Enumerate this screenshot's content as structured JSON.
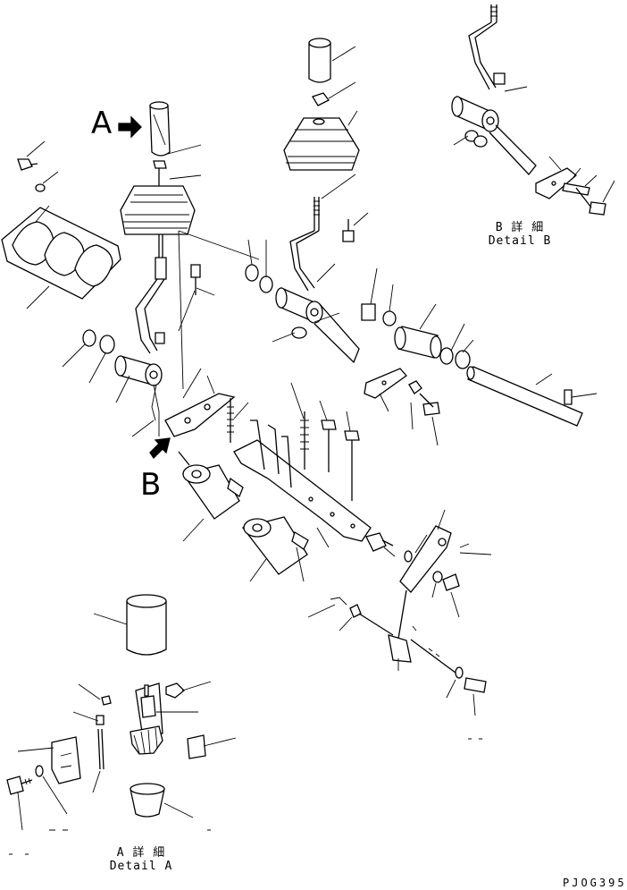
{
  "view_label_a": "A",
  "view_label_b": "B",
  "detail_b": {
    "jp": "B 詳 細",
    "en": "Detail B"
  },
  "detail_a": {
    "jp": "A 詳 細",
    "en": "Detail A"
  },
  "drawing_code": "PJOG395"
}
